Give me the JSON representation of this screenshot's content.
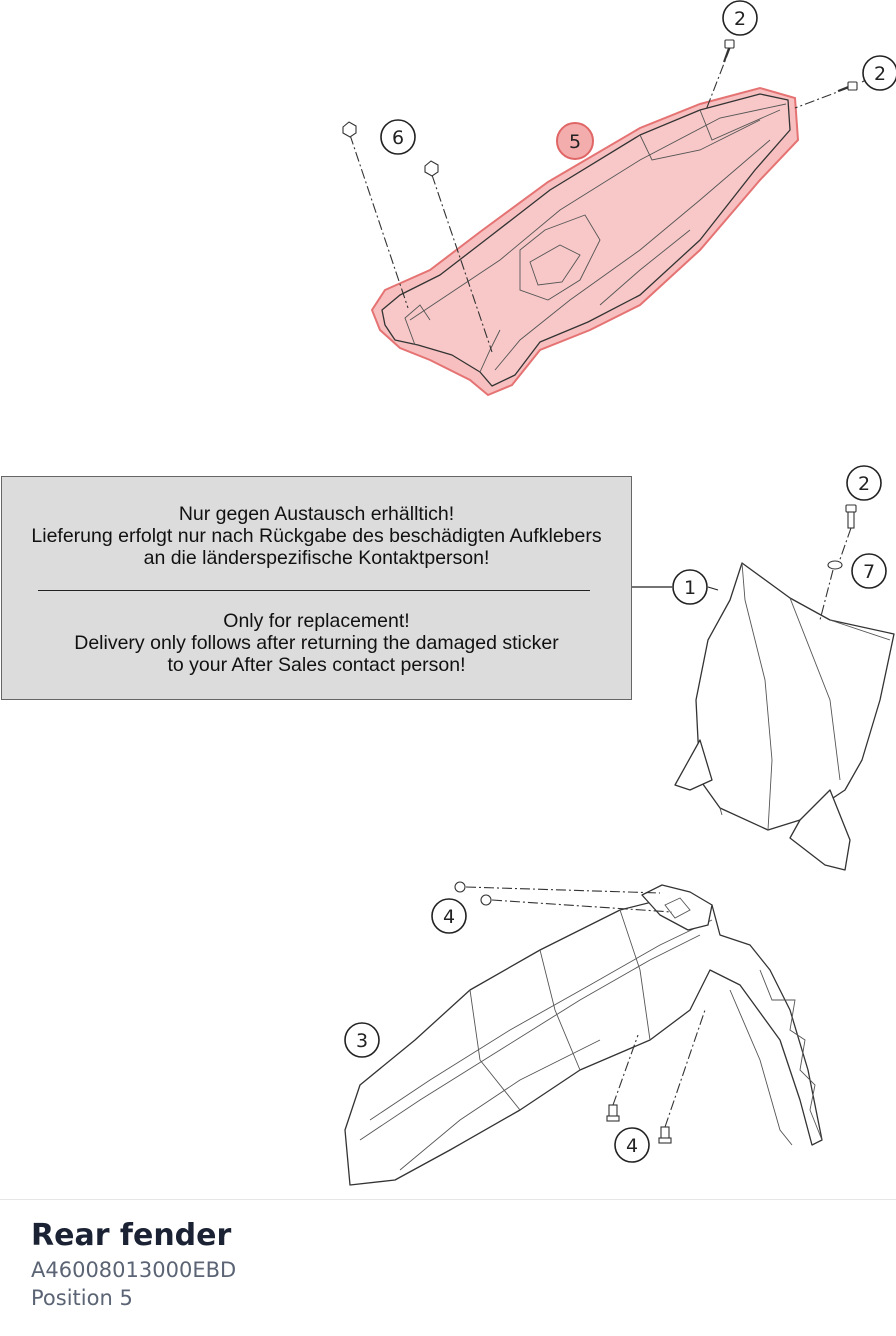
{
  "diagram": {
    "callouts": [
      {
        "id": "rear-top-screw-a",
        "label": "2"
      },
      {
        "id": "rear-top-screw-b",
        "label": "2"
      },
      {
        "id": "rear-fender-highlight",
        "label": "5"
      },
      {
        "id": "rear-screw-left",
        "label": "6"
      },
      {
        "id": "number-plate-screw",
        "label": "2"
      },
      {
        "id": "number-plate-washer",
        "label": "7"
      },
      {
        "id": "number-plate",
        "label": "1"
      },
      {
        "id": "front-fender-screw-top",
        "label": "4"
      },
      {
        "id": "front-fender",
        "label": "3"
      },
      {
        "id": "front-fender-screw-bottom",
        "label": "4"
      }
    ],
    "highlight_color": "#f08a8a"
  },
  "notice": {
    "de_lines": [
      "Nur gegen Austausch erhälltich!",
      "Lieferung erfolgt nur nach Rückgabe des beschädigten Aufklebers",
      "an die länderspezifische Kontaktperson!"
    ],
    "en_lines": [
      "Only for replacement!",
      "Delivery only follows after returning the damaged sticker",
      "to your After Sales contact person!"
    ]
  },
  "footer": {
    "title": "Rear fender",
    "part_number": "A46008013000EBD",
    "position": "Position 5"
  }
}
